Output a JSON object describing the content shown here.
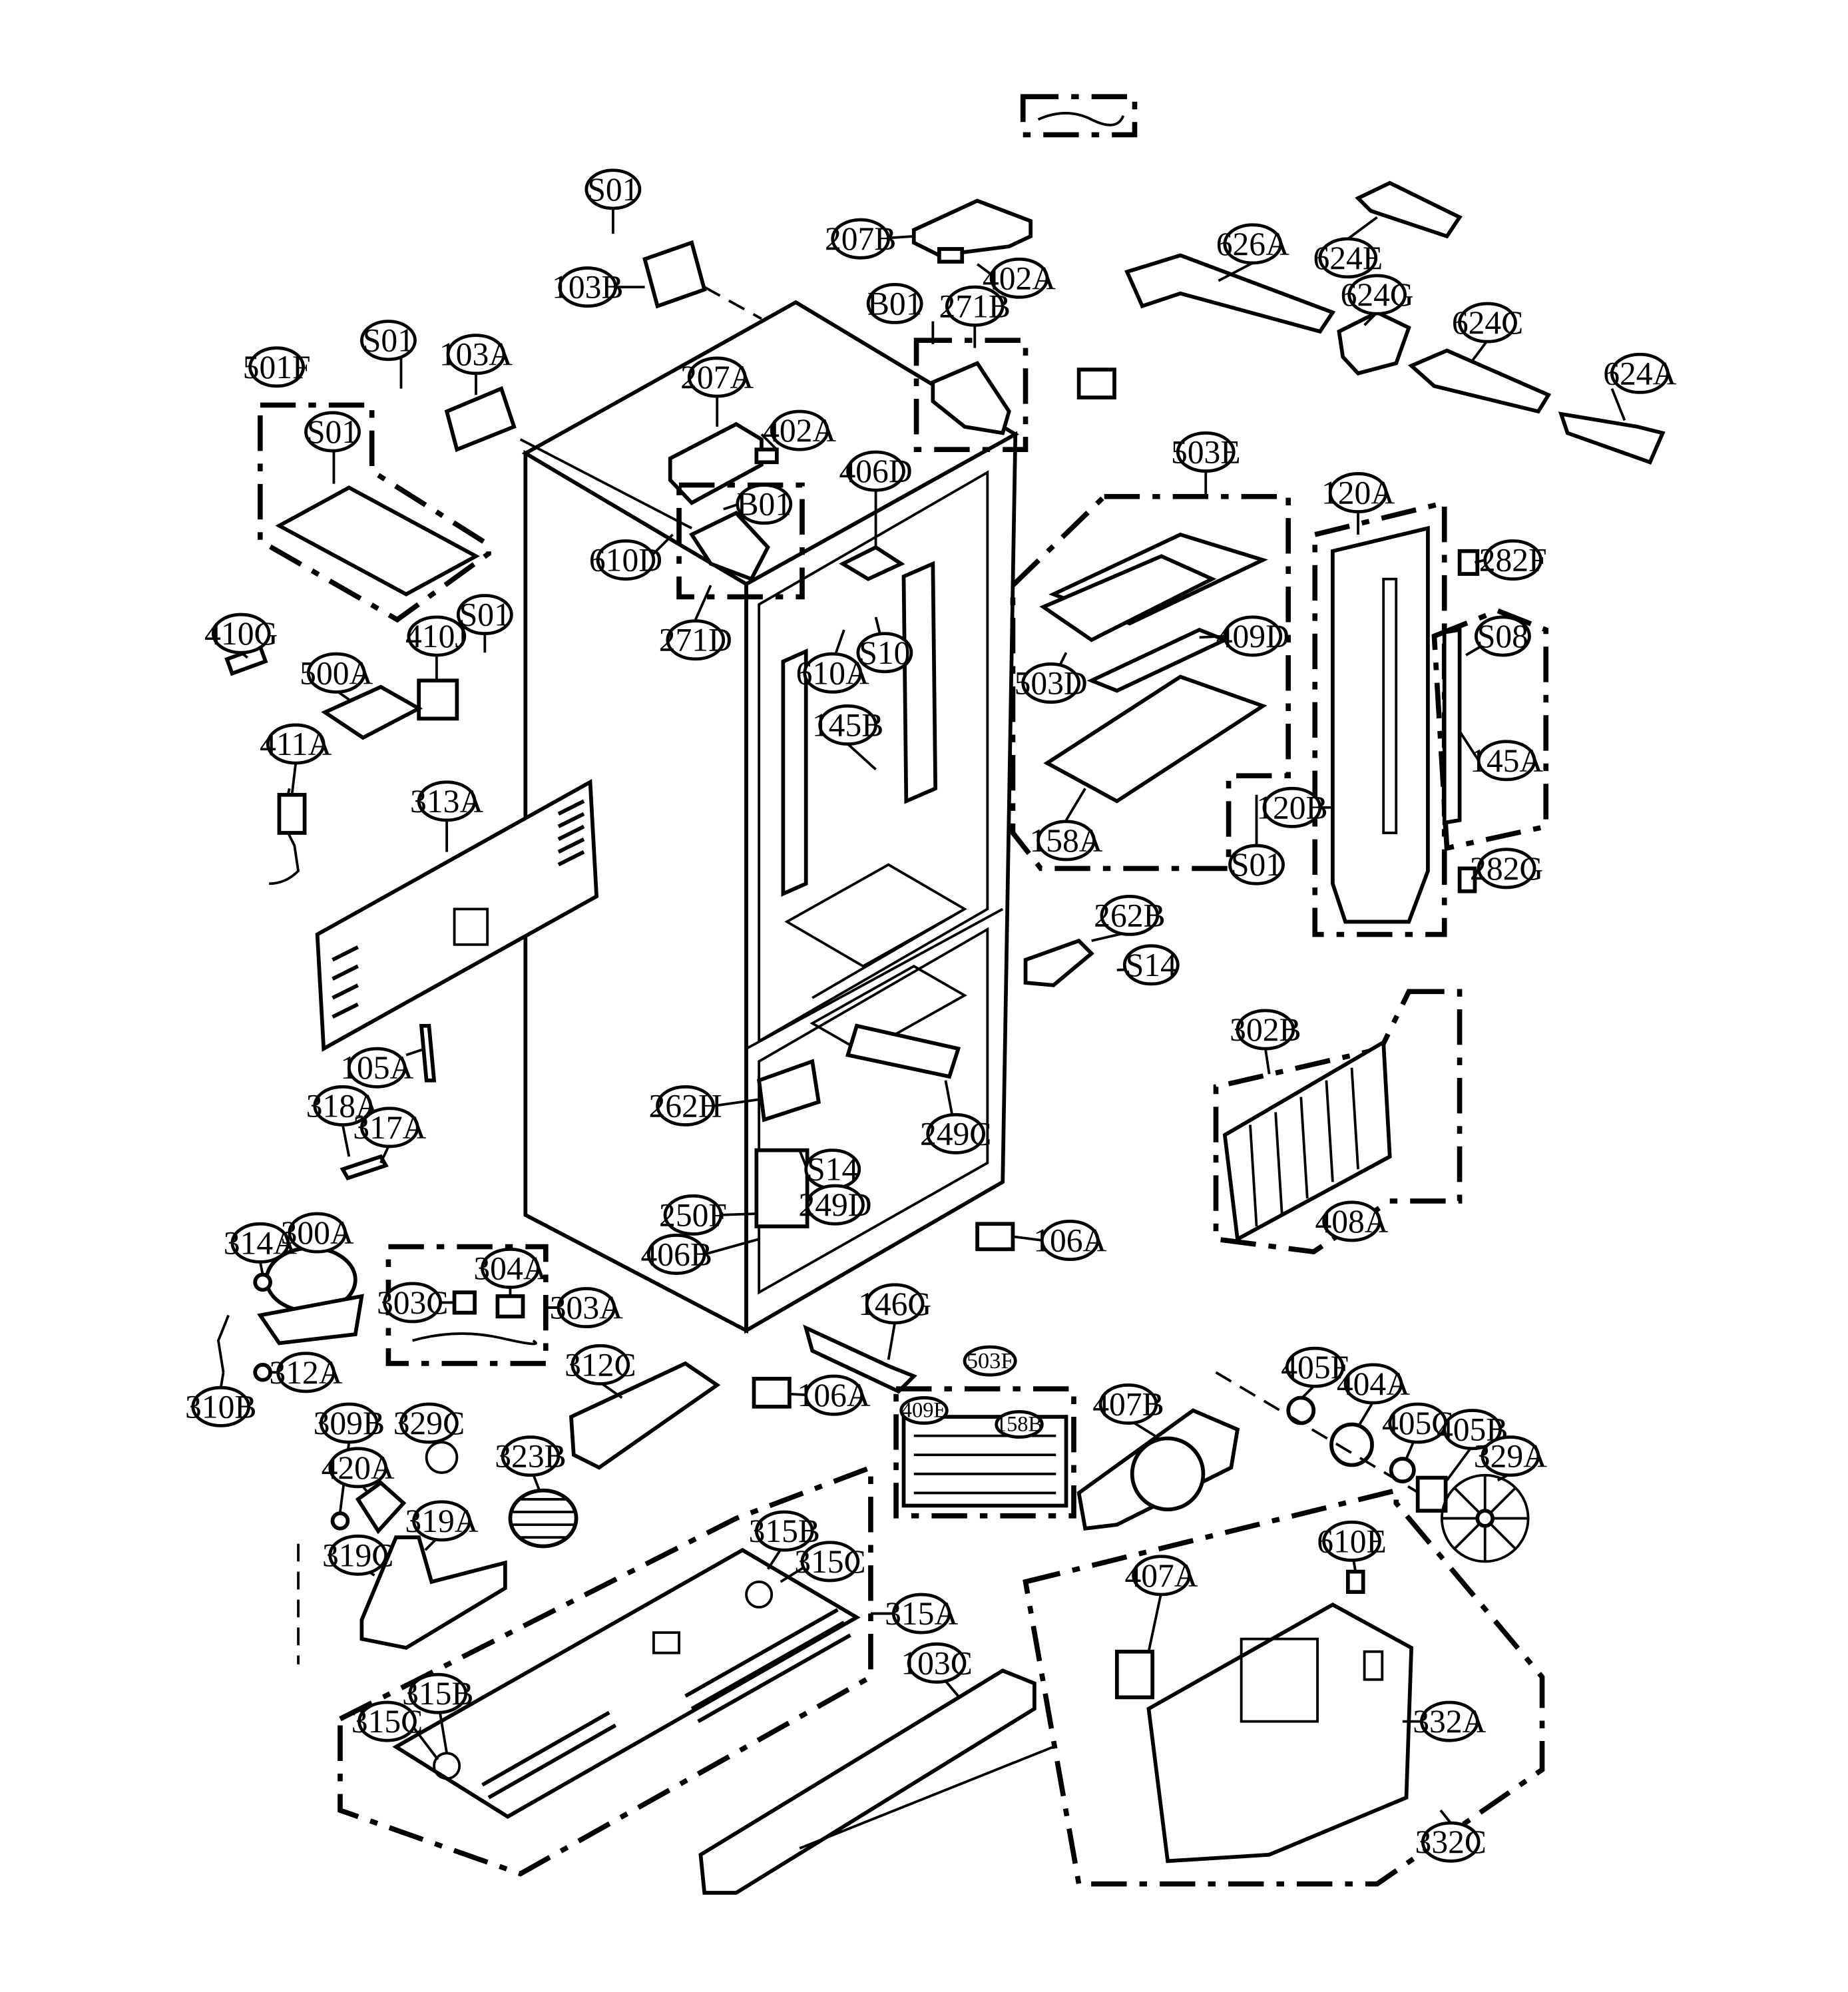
{
  "labels": {
    "S01_a": "S01",
    "S01_b": "S01",
    "S01_c": "S01",
    "S01_d": "S01",
    "S01_e": "S01",
    "103B": "103B",
    "103A": "103A",
    "501F": "501F",
    "207B": "207B",
    "402A_a": "402A",
    "402A_b": "402A",
    "B01_a": "B01",
    "B01_b": "B01",
    "271B": "271B",
    "207A": "207A",
    "626A": "626A",
    "624E": "624E",
    "624G": "624G",
    "624C": "624C",
    "624A": "624A",
    "503E": "503E",
    "120A": "120A",
    "282F": "282F",
    "406D": "406D",
    "610D": "610D",
    "271D": "271D",
    "410G": "410G",
    "410J": "410J",
    "500A": "500A",
    "411A": "411A",
    "610A": "610A",
    "S10": "S10",
    "145B": "145B",
    "409D": "409D",
    "503D": "503D",
    "158A": "158A",
    "S08": "S08",
    "145A": "145A",
    "120B": "120B",
    "282G": "282G",
    "313A": "313A",
    "262B": "262B",
    "S14_a": "S14",
    "S14_b": "S14",
    "302B": "302B",
    "408A": "408A",
    "105A": "105A",
    "318A": "318A",
    "317A": "317A",
    "262H": "262H",
    "249C": "249C",
    "250F": "250F",
    "249D": "249D",
    "406B": "406B",
    "106A_a": "106A",
    "106A_b": "106A",
    "314A": "314A",
    "300A": "300A",
    "304A": "304A",
    "303C": "303C",
    "303A": "303A",
    "312A": "312A",
    "310B": "310B",
    "146G": "146G",
    "312C": "312C",
    "503F": "503F",
    "409E": "409E",
    "158B": "158B",
    "407B": "407B",
    "405F": "405F",
    "404A": "404A",
    "405C": "405C",
    "405B": "405B",
    "329A": "329A",
    "309B": "309B",
    "329C": "329C",
    "420A": "420A",
    "323B": "323B",
    "319A": "319A",
    "319C": "319C",
    "315B_a": "315B",
    "315C_a": "315C",
    "315A": "315A",
    "315B_b": "315B",
    "315C_b": "315C",
    "103C": "103C",
    "610E": "610E",
    "407A": "407A",
    "332A": "332A",
    "332C": "332C"
  }
}
